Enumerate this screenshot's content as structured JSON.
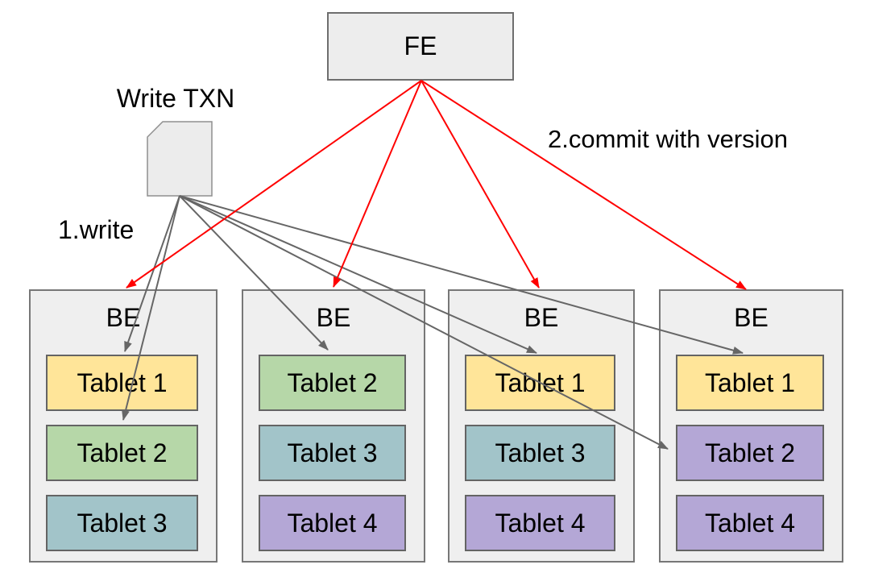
{
  "fe": {
    "label": "FE"
  },
  "doc": {
    "label": "Write TXN"
  },
  "annotations": {
    "step1": "1.write",
    "step2": "2.commit with version"
  },
  "backends": [
    {
      "label": "BE",
      "tablets": [
        {
          "name": "Tablet 1",
          "color": "#ffe599"
        },
        {
          "name": "Tablet 2",
          "color": "#b6d7a8"
        },
        {
          "name": "Tablet 3",
          "color": "#a2c4c9"
        }
      ]
    },
    {
      "label": "BE",
      "tablets": [
        {
          "name": "Tablet 2",
          "color": "#b6d7a8"
        },
        {
          "name": "Tablet 3",
          "color": "#a2c4c9"
        },
        {
          "name": "Tablet 4",
          "color": "#b4a7d6"
        }
      ]
    },
    {
      "label": "BE",
      "tablets": [
        {
          "name": "Tablet 1",
          "color": "#ffe599"
        },
        {
          "name": "Tablet 3",
          "color": "#a2c4c9"
        },
        {
          "name": "Tablet 4",
          "color": "#b4a7d6"
        }
      ]
    },
    {
      "label": "BE",
      "tablets": [
        {
          "name": "Tablet 1",
          "color": "#ffe599"
        },
        {
          "name": "Tablet 2",
          "color": "#b4a7d6"
        },
        {
          "name": "Tablet 4",
          "color": "#b4a7d6"
        }
      ]
    }
  ],
  "colors": {
    "commit_arrow": "#ff0000",
    "write_arrow": "#666666",
    "box_fill": "#efefef",
    "box_border": "#777777",
    "tablet_yellow": "#ffe599",
    "tablet_green": "#b6d7a8",
    "tablet_teal": "#a2c4c9",
    "tablet_purple": "#b4a7d6"
  },
  "edges": {
    "commit": {
      "label": "2.commit with version",
      "from": [
        523,
        100
      ],
      "targets": [
        {
          "to": [
            157,
            357
          ],
          "dest": "be1-top"
        },
        {
          "to": [
            414,
            356
          ],
          "dest": "be2-top"
        },
        {
          "to": [
            669,
            357
          ],
          "dest": "be3-top"
        },
        {
          "to": [
            926,
            359
          ],
          "dest": "be4-top"
        }
      ]
    },
    "write": {
      "label": "1.write",
      "from": [
        223,
        243
      ],
      "targets": [
        {
          "to": [
            155,
            436
          ],
          "dest": "be1-tablet1"
        },
        {
          "to": [
            153,
            521
          ],
          "dest": "be1-tablet2"
        },
        {
          "to": [
            407,
            434
          ],
          "dest": "be2-tablet2"
        },
        {
          "to": [
            666,
            438
          ],
          "dest": "be3-tablet1"
        },
        {
          "to": [
            922,
            438
          ],
          "dest": "be4-tablet1"
        },
        {
          "to": [
            829,
            557
          ],
          "dest": "be4-tablet2"
        }
      ]
    }
  }
}
